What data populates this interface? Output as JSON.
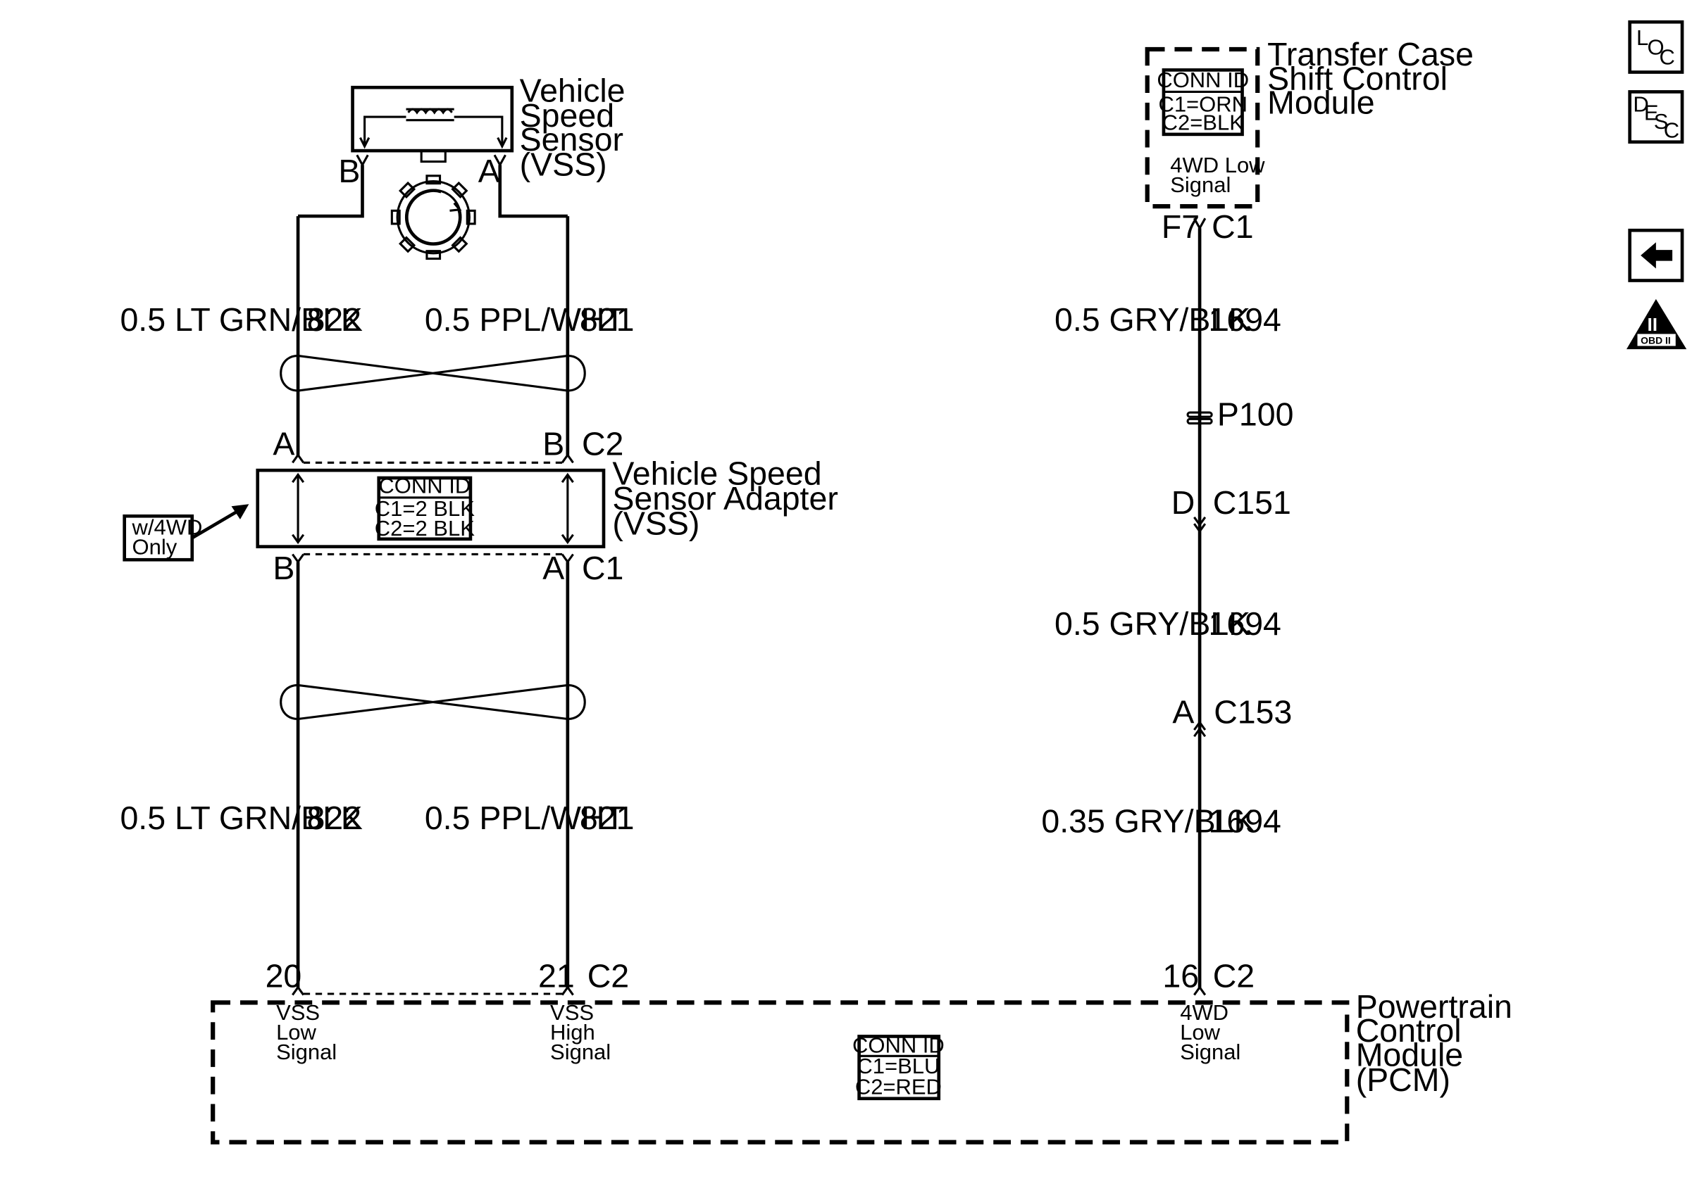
{
  "vss": {
    "name_lines": [
      "Vehicle",
      "Speed",
      "Sensor",
      "(VSS)"
    ],
    "pin_b": "B",
    "pin_a": "A"
  },
  "wires_top": {
    "left": {
      "gauge_color": "0.5 LT GRN/BLK",
      "circuit": "822"
    },
    "right": {
      "gauge_color": "0.5 PPL/WHT",
      "circuit": "821"
    }
  },
  "adapter": {
    "name_lines": [
      "Vehicle Speed",
      "Sensor Adapter",
      "(VSS)"
    ],
    "top_pin_left": "A",
    "top_pin_right": "B",
    "top_connector": "C2",
    "bottom_pin_left": "B",
    "bottom_pin_right": "A",
    "bottom_connector": "C1",
    "conn_id": [
      "CONN ID",
      "C1=2 BLK",
      "C2=2 BLK"
    ],
    "note_lines": [
      "w/4WD",
      "Only"
    ]
  },
  "wires_bottom": {
    "left": {
      "gauge_color": "0.5 LT GRN/BLK",
      "circuit": "822"
    },
    "right": {
      "gauge_color": "0.5 PPL/WHT",
      "circuit": "821"
    }
  },
  "tccm": {
    "name_lines": [
      "Transfer Case",
      "Shift Control",
      "Module"
    ],
    "conn_id": [
      "CONN ID",
      "C1=ORN",
      "C2=BLK"
    ],
    "signal_lines": [
      "4WD Low",
      "Signal"
    ],
    "pin": "F7",
    "connector": "C1"
  },
  "right_circuit": {
    "seg1": {
      "gauge_color": "0.5 GRY/BLK",
      "circuit": "1694"
    },
    "splice": "P100",
    "c151_pin": "D",
    "c151": "C151",
    "seg2": {
      "gauge_color": "0.5 GRY/BLK",
      "circuit": "1694"
    },
    "c153_pin": "A",
    "c153": "C153",
    "seg3": {
      "gauge_color": "0.35 GRY/BLK",
      "circuit": "1694"
    }
  },
  "pcm": {
    "name_lines": [
      "Powertrain",
      "Control",
      "Module",
      "(PCM)"
    ],
    "pin_20": "20",
    "pin_21": "21",
    "pin_connector": "C2",
    "pin_16": "16",
    "pin_16_connector": "C2",
    "vss_low_lines": [
      "VSS",
      "Low",
      "Signal"
    ],
    "vss_high_lines": [
      "VSS",
      "High",
      "Signal"
    ],
    "fourwd_low_lines": [
      "4WD",
      "Low",
      "Signal"
    ],
    "conn_id": [
      "CONN ID",
      "C1=BLU",
      "C2=RED"
    ]
  },
  "side_icons": {
    "loc": {
      "l": "L",
      "o": "O",
      "c": "C"
    },
    "desc": {
      "d": "D",
      "e": "E",
      "s": "S",
      "c": "C"
    },
    "obd": {
      "numeral": "II",
      "label": "OBD II"
    },
    "back_icon": "back-arrow-icon"
  }
}
